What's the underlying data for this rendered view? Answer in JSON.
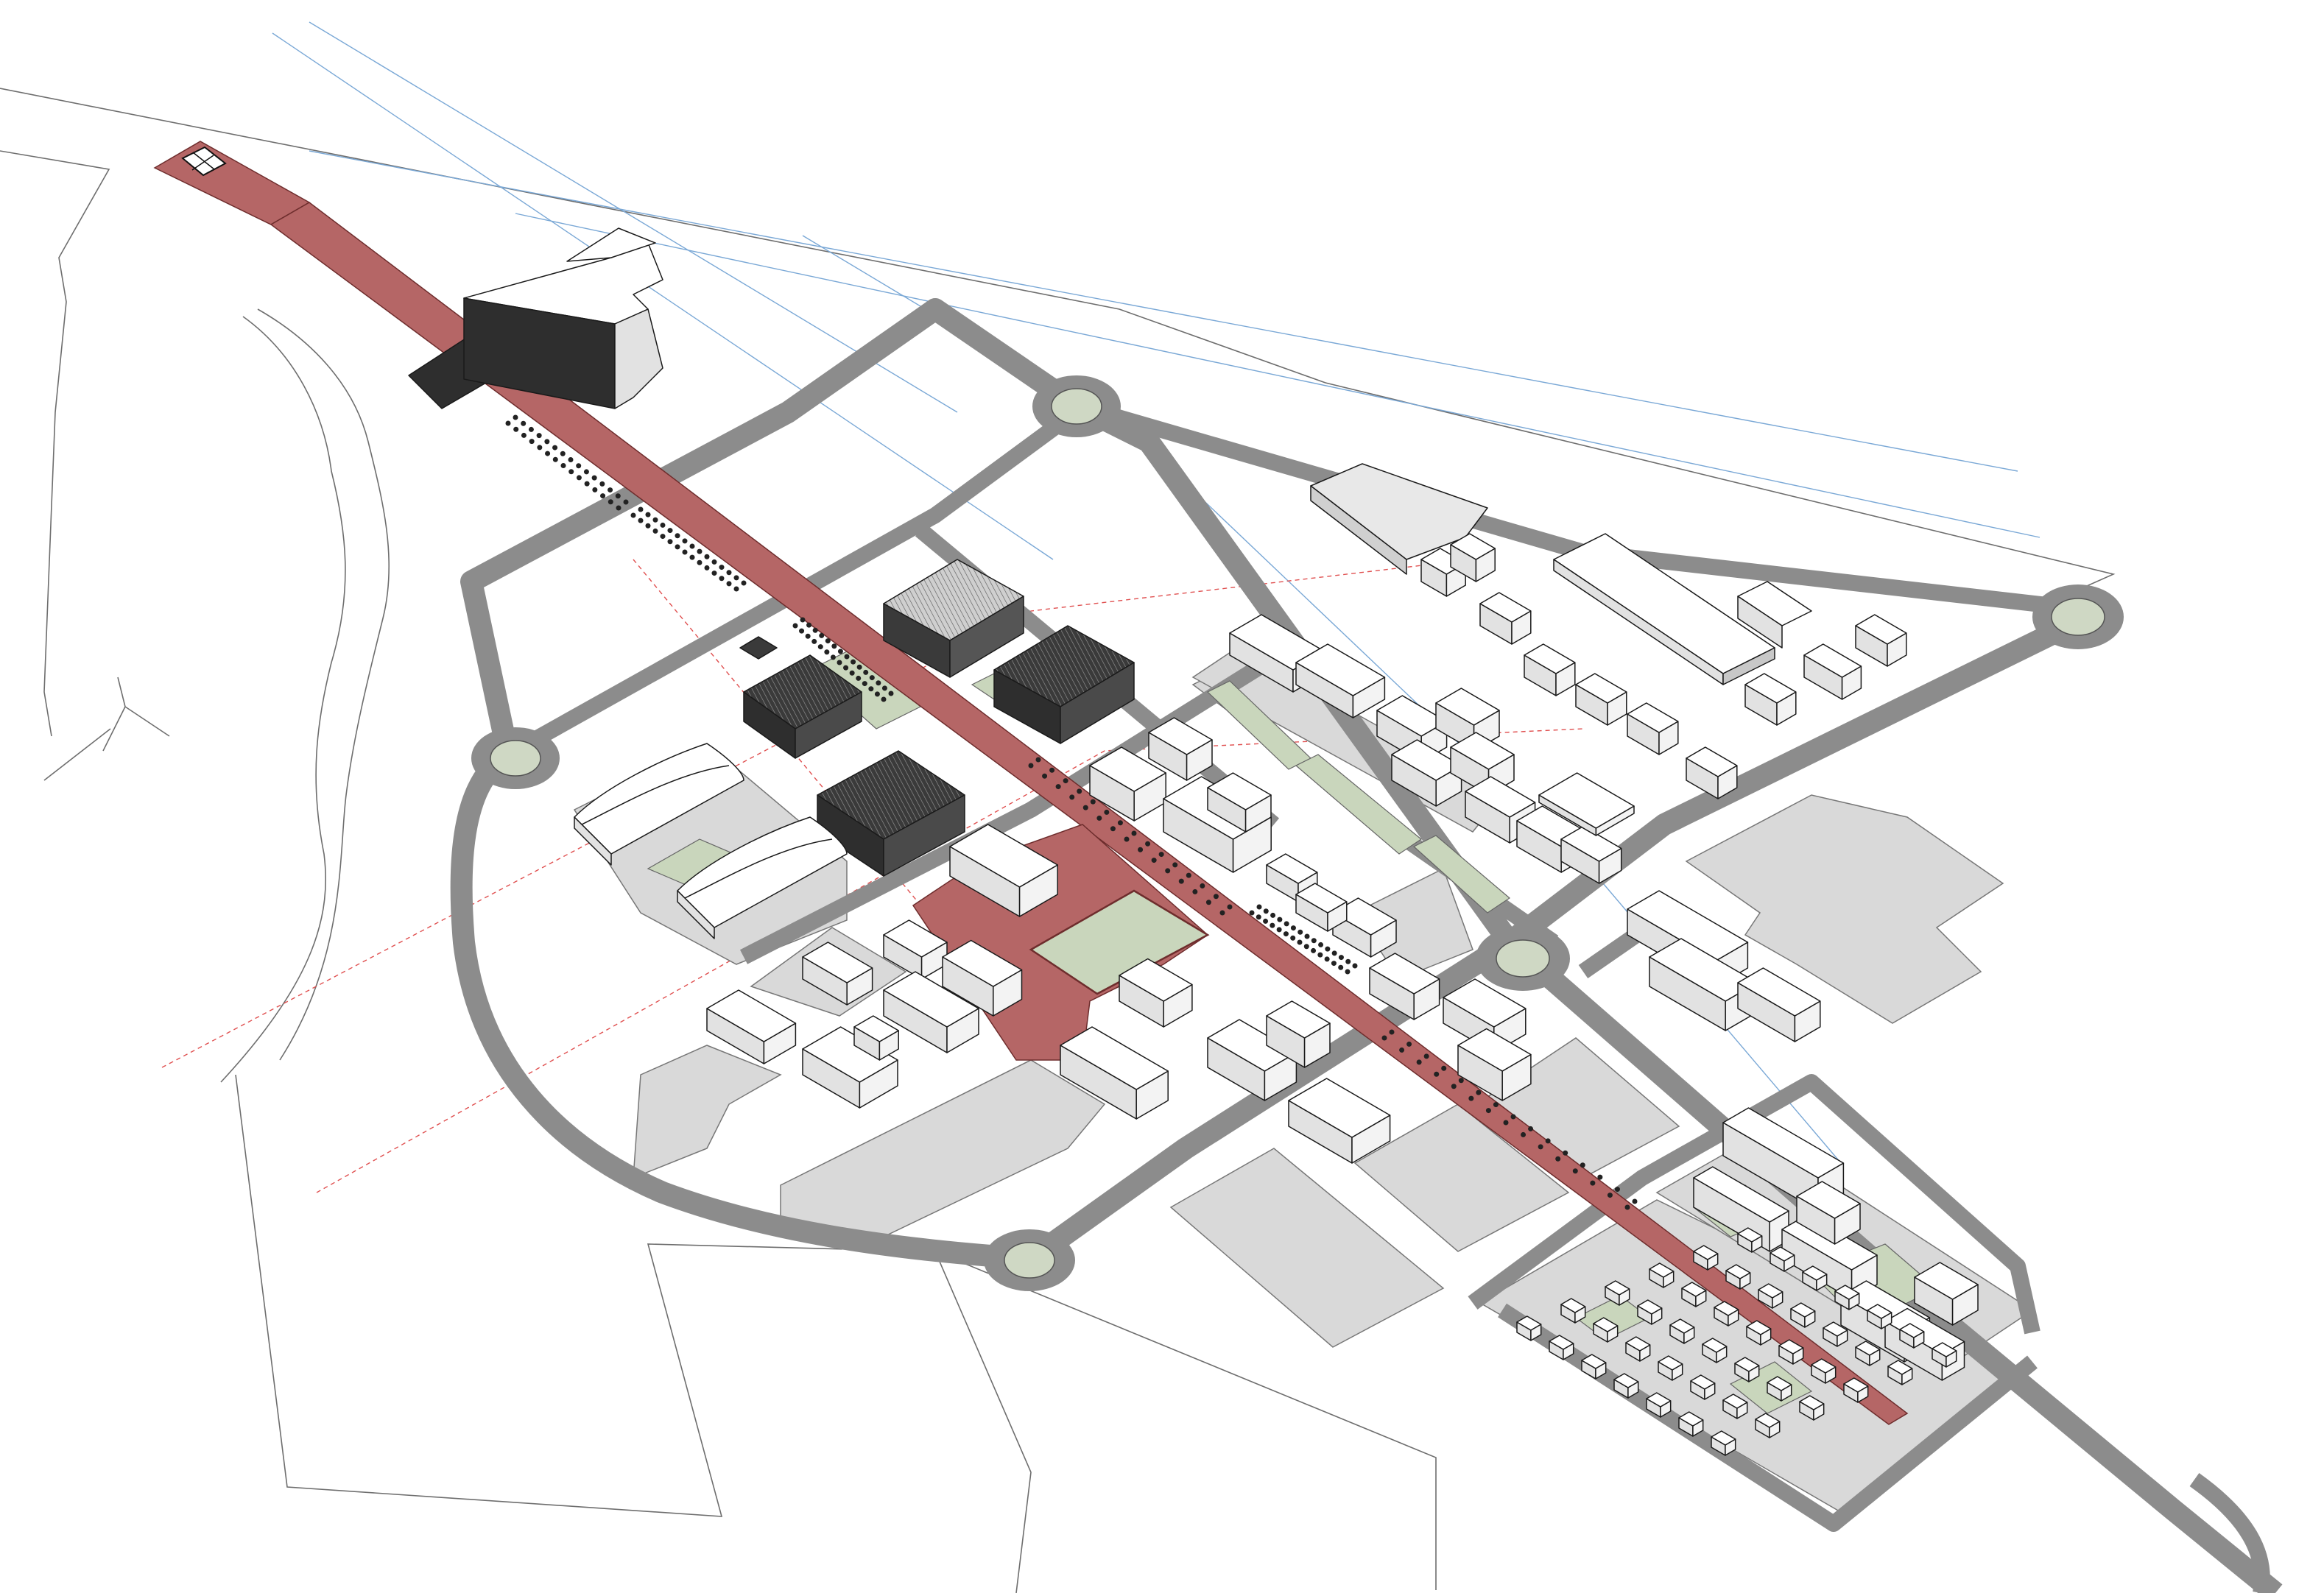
{
  "diagram": {
    "type": "axonometric urban masterplan",
    "background": "#ffffff",
    "colors": {
      "axis": "#b56666",
      "axis_edge": "#6e2d2d",
      "road": "#8c8c8c",
      "lot": "#d9d9d9",
      "roundabout_fill": "#cfd8c4",
      "green": "#c9d6bc",
      "roof": "#ffffff",
      "side_light": "#e2e2e2",
      "side_dark": "#4a4a4a",
      "black_hall": "#2e2e2e",
      "guide_blue": "#7aa8d6",
      "guide_red": "#e05050"
    },
    "elements": {
      "roundabouts": 5,
      "parking_fields": 7,
      "pedestrian_axis": 1,
      "central_plaza": 1,
      "industrial_halls": 5,
      "vaulted_halls": 2
    }
  }
}
